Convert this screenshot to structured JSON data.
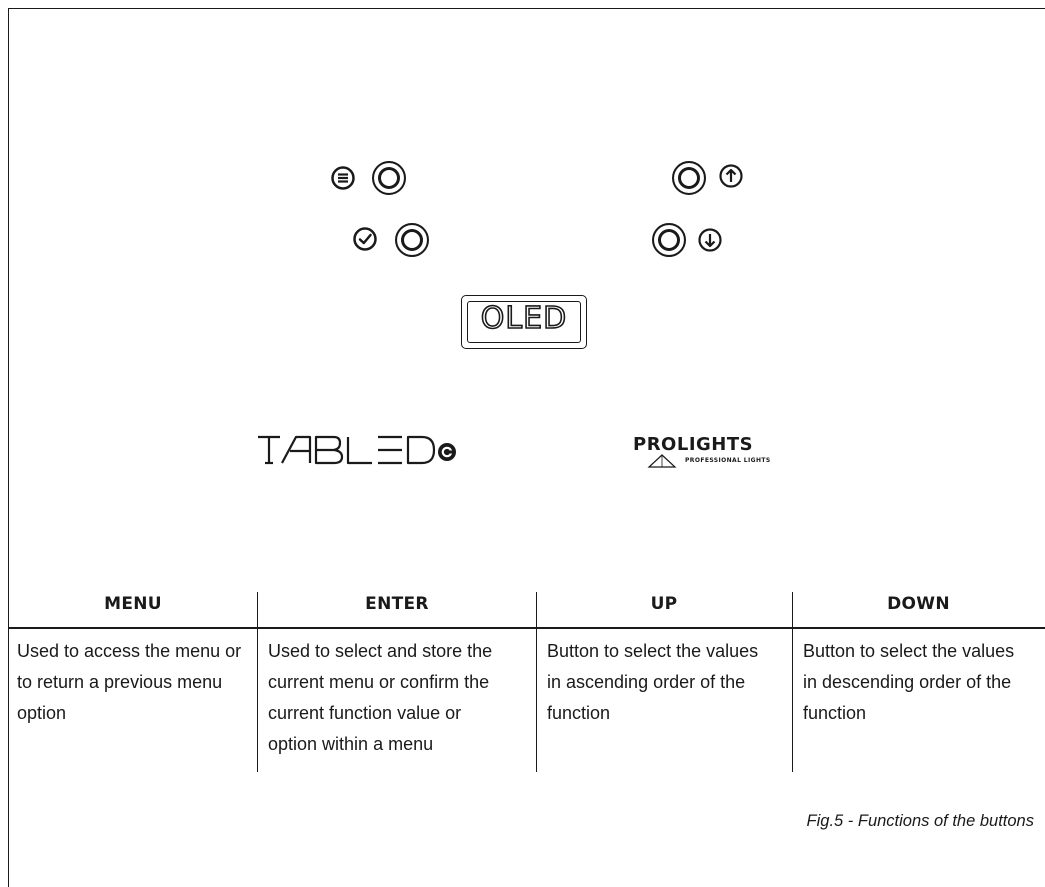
{
  "panel": {
    "oled_label": "OLED",
    "buttons": [
      {
        "function": "menu",
        "icon": "menu-icon"
      },
      {
        "function": "enter",
        "icon": "check-icon"
      },
      {
        "function": "up",
        "icon": "arrow-up-icon"
      },
      {
        "function": "down",
        "icon": "arrow-down-icon"
      }
    ],
    "logos": {
      "tabled": "TABLEDC",
      "prolights": {
        "brand": "PROLIGHTS",
        "tagline": "PROFESSIONAL LIGHTS"
      }
    }
  },
  "table": {
    "headers": [
      "MENU",
      "ENTER",
      "UP",
      "DOWN"
    ],
    "cells": [
      [
        "Used to access the menu or",
        "to return a previous menu",
        "option"
      ],
      [
        "Used to select and store the",
        "current menu or confirm the",
        "current function value or",
        "option within a menu"
      ],
      [
        "Button to select the values",
        "in ascending order of the",
        "function"
      ],
      [
        "Button to select the values",
        "in descending order of the",
        "function"
      ]
    ]
  },
  "caption": "Fig.5 - Functions of the buttons",
  "colors": {
    "ink": "#1a1a1a",
    "background": "#ffffff"
  }
}
